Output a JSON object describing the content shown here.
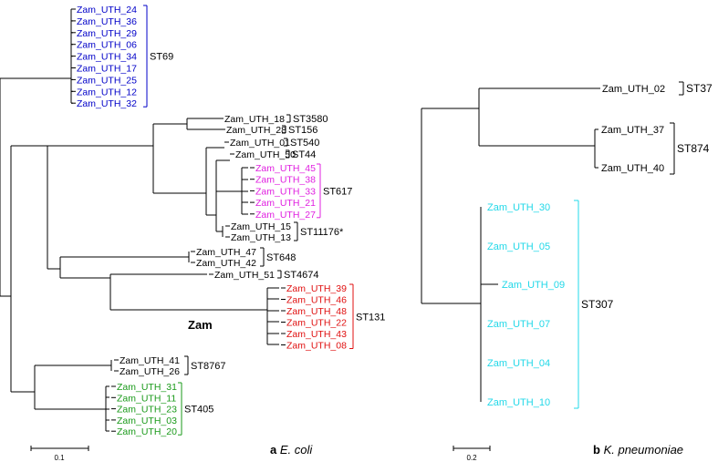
{
  "colors": {
    "branch": "#000000",
    "st69": "#0000c8",
    "st617": "#e020e0",
    "st131": "#e01010",
    "st405": "#1a9a1a",
    "st307": "#22d8e8",
    "other": "#000000"
  },
  "panel_a": {
    "panel_letter": "a",
    "species": "E. coli",
    "scale_label": "0.1",
    "inline_label": "Zam",
    "groups": [
      {
        "st": "ST69",
        "color_key": "st69",
        "tips": [
          "Zam_UTH_24",
          "Zam_UTH_36",
          "Zam_UTH_29",
          "Zam_UTH_06",
          "Zam_UTH_34",
          "Zam_UTH_17",
          "Zam_UTH_25",
          "Zam_UTH_12",
          "Zam_UTH_32"
        ]
      },
      {
        "st": "ST3580",
        "color_key": "other",
        "tips": [
          "Zam_UTH_18"
        ]
      },
      {
        "st": "ST156",
        "color_key": "other",
        "tips": [
          "Zam_UTH_28"
        ]
      },
      {
        "st": "ST540",
        "color_key": "other",
        "tips": [
          "Zam_UTH_01"
        ]
      },
      {
        "st": "ST44",
        "color_key": "other",
        "tips": [
          "Zam_UTH_50"
        ]
      },
      {
        "st": "ST617",
        "color_key": "st617",
        "tips": [
          "Zam_UTH_45",
          "Zam_UTH_38",
          "Zam_UTH_33",
          "Zam_UTH_21",
          "Zam_UTH_27"
        ]
      },
      {
        "st": "ST11176*",
        "color_key": "other",
        "tips": [
          "Zam_UTH_15",
          "Zam_UTH_13"
        ]
      },
      {
        "st": "ST648",
        "color_key": "other",
        "tips": [
          "Zam_UTH_47",
          "Zam_UTH_42"
        ]
      },
      {
        "st": "ST4674",
        "color_key": "other",
        "tips": [
          "Zam_UTH_51"
        ]
      },
      {
        "st": "ST131",
        "color_key": "st131",
        "tips": [
          "Zam_UTH_39",
          "Zam_UTH_46",
          "Zam_UTH_48",
          "Zam_UTH_22",
          "Zam_UTH_43",
          "Zam_UTH_08"
        ]
      },
      {
        "st": "ST8767",
        "color_key": "other",
        "tips": [
          "Zam_UTH_41",
          "Zam_UTH_26"
        ]
      },
      {
        "st": "ST405",
        "color_key": "st405",
        "tips": [
          "Zam_UTH_31",
          "Zam_UTH_11",
          "Zam_UTH_23",
          "Zam_UTH_03",
          "Zam_UTH_20"
        ]
      }
    ]
  },
  "panel_b": {
    "panel_letter": "b",
    "species": "K. pneumoniae",
    "scale_label": "0.2",
    "groups": [
      {
        "st": "ST37",
        "color_key": "other",
        "tips": [
          "Zam_UTH_02"
        ]
      },
      {
        "st": "ST874",
        "color_key": "other",
        "tips": [
          "Zam_UTH_37",
          "Zam_UTH_40"
        ]
      },
      {
        "st": "ST307",
        "color_key": "st307",
        "tips": [
          "Zam_UTH_30",
          "Zam_UTH_05",
          "Zam_UTH_09",
          "Zam_UTH_07",
          "Zam_UTH_04",
          "Zam_UTH_10"
        ]
      }
    ]
  }
}
